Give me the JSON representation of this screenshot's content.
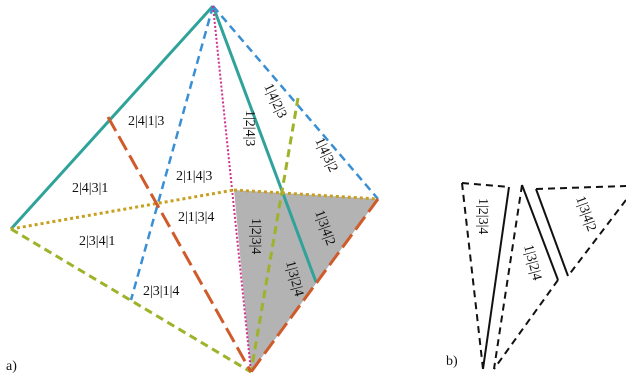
{
  "colors": {
    "teal": "#2fa39a",
    "orange": "#cf5a2a",
    "olive": "#9fb22a",
    "blue": "#3a8fd4",
    "magenta": "#d12e8e",
    "gold": "#c8a020",
    "shade": "#b3b3b3",
    "ink": "#111111"
  },
  "panel_a": {
    "caption": "a)",
    "labels": {
      "l2413": "2|4|1|3",
      "l2431": "2|4|3|1",
      "l2143": "2|1|4|3",
      "l2134": "2|1|3|4",
      "l2341": "2|3|4|1",
      "l2314": "2|3|1|4",
      "l1243": "1|2|4|3",
      "l1234": "1|2|3|4",
      "l1423": "1|4|2|3",
      "l1432": "1|4|3|2",
      "l1342": "1|3|4|2",
      "l1324": "1|3|2|4"
    }
  },
  "panel_b": {
    "caption": "b)",
    "labels": {
      "t1": "1|2|3|4",
      "t2": "1|3|2|4",
      "t3": "1|3|4|2"
    }
  }
}
